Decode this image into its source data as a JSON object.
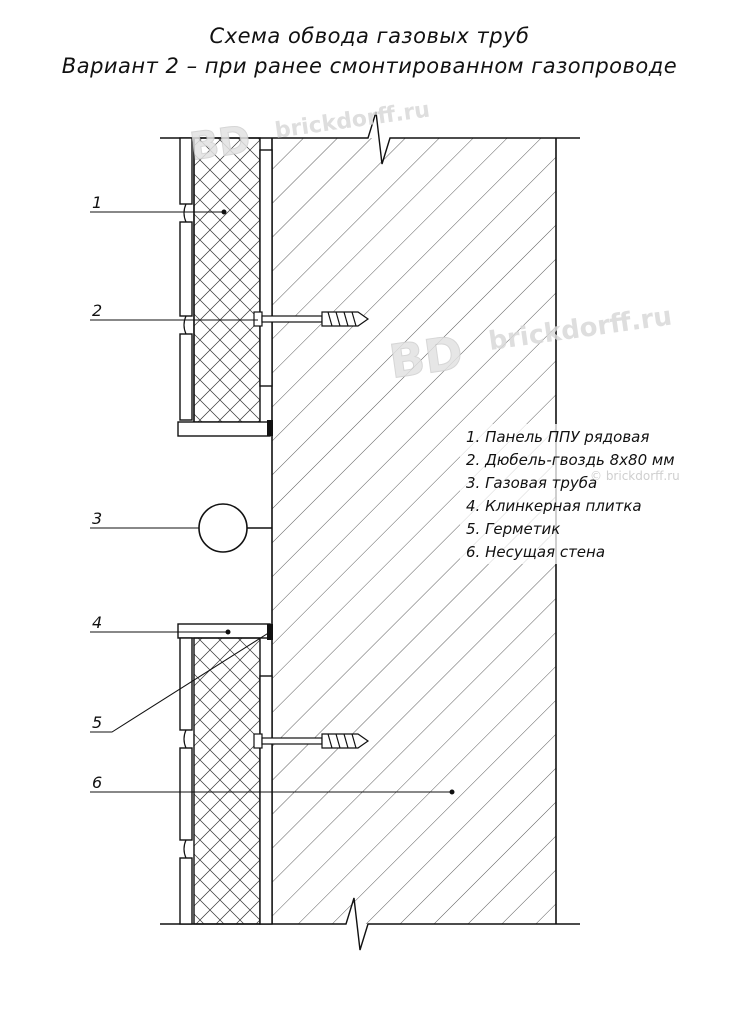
{
  "title": {
    "line1": "Схема обвода газовых труб",
    "line2": "Вариант 2 – при ранее смонтированном газопроводе"
  },
  "callouts": [
    "1",
    "2",
    "3",
    "4",
    "5",
    "6"
  ],
  "legend": [
    "1. Панель ППУ рядовая",
    "2. Дюбель-гвоздь 8х80 мм",
    "3. Газовая труба",
    "4. Клинкерная плитка",
    "5. Герметик",
    "6. Несущая стена"
  ],
  "watermark": {
    "logo": "BD",
    "site": "brickdorff.ru",
    "copyright": "© brickdorff.ru"
  },
  "colors": {
    "line": "#111111",
    "watermark": "#d9d9d9"
  }
}
